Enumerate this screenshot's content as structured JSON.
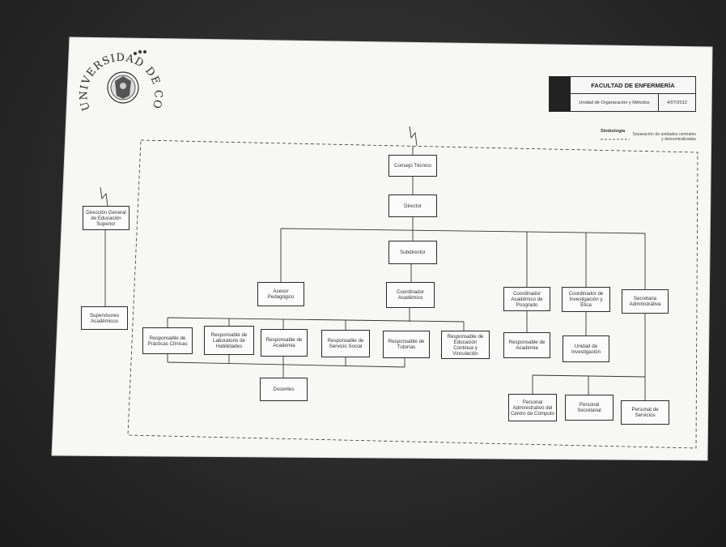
{
  "header": {
    "title": "FACULTAD DE ENFERMERÍA",
    "unit": "Unidad de Organización y Métodos",
    "date": "4/07/2012"
  },
  "legend": {
    "title": "Simbología",
    "text": "Separación de unidades centrales y descentralizadas"
  },
  "logo": {
    "text": "UNIVERSIDAD DE COLIMA"
  },
  "boxes": {
    "consejo": "Consejo Técnico",
    "director": "Director",
    "subdirector": "Subdirector",
    "asesor": "Asesor Pedagógico",
    "coord_academico": "Coordinador Académico",
    "coord_posgrado": "Coordinador Académico de Posgrado",
    "coord_investigacion": "Coordinador de Investigación y Ética",
    "secretaria": "Secretaria Administrativa",
    "resp_practicas": "Responsable de Prácticas Clínicas",
    "resp_laboratorio": "Responsable de Laboratorio de Habilidades",
    "resp_academia": "Responsable de Academia",
    "resp_servicio": "Responsable de Servicio Social",
    "resp_tutorias": "Responsable de Tutorías",
    "resp_educacion": "Responsable de Educación Continua y Vinculación",
    "resp_academia_posgrado": "Responsable de Academia",
    "unidad_investigacion": "Unidad de Investigación",
    "docentes": "Docentes",
    "personal_admin": "Personal Administrativo del Centro de Cómputo",
    "personal_secretarial": "Personal Secretarial",
    "personal_servicios": "Personal de Servicios",
    "direccion_general": "Dirección General de Educación Superior",
    "supervisores": "Supervisores Académicos"
  }
}
